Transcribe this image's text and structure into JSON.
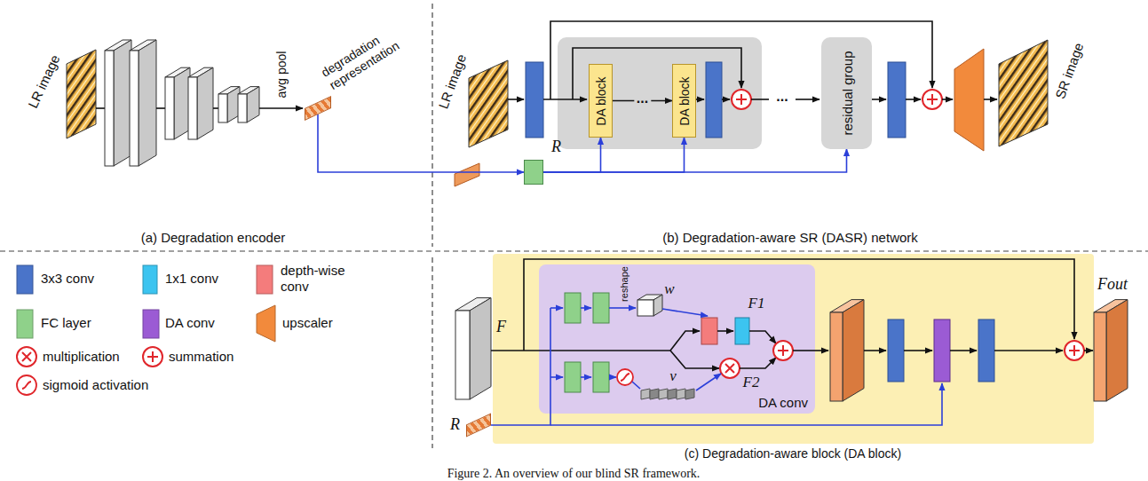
{
  "diagram": {
    "caption": "Figure 2. An overview of our blind SR framework.",
    "nodes": [
      {
        "text": [
          "degradation representation"
        ]
      },
      {
        "text": [
          "R"
        ]
      },
      {
        "text": [
          "DA block"
        ]
      },
      {
        "text": [
          "DA block"
        ]
      },
      {
        "text": [
          "residual group"
        ]
      },
      {
        "text": [
          "F"
        ]
      },
      {
        "text": [
          "R"
        ]
      },
      {
        "text": [
          "DA conv"
        ]
      },
      {
        "text": [
          "Fout"
        ]
      }
    ],
    "edges": [
      {
        "from": 0,
        "to": 1,
        "arrow": "to"
      },
      {
        "from": 1,
        "to": 2,
        "arrow": "to"
      },
      {
        "from": 1,
        "to": 3,
        "arrow": "to"
      },
      {
        "from": 1,
        "to": 4,
        "arrow": "to"
      },
      {
        "from": 2,
        "to": 3,
        "arrow": "to",
        "label": "..."
      },
      {
        "from": 5,
        "to": 7,
        "arrow": "none"
      },
      {
        "from": 6,
        "to": 7,
        "arrow": "none"
      }
    ],
    "labels": [
      "LR image",
      "avg pool",
      "(a) Degradation encoder",
      "LR image",
      "...",
      "SR image",
      "(b) Degradation-aware SR (DASR) network",
      "reshape",
      "w",
      "v",
      "F1",
      "F2",
      "(c) Degradation-aware block (DA block)"
    ],
    "legend": [
      {
        "text": "3x3 conv",
        "color": "#4a74c9"
      },
      {
        "text": "1x1 conv",
        "color": "#3cc4f0"
      },
      {
        "text": "depth-wise conv",
        "color": "#f47c7c"
      },
      {
        "text": "FC layer",
        "color": "#8fd18a"
      },
      {
        "text": "DA conv",
        "color": "#9b5bd4"
      },
      {
        "text": "upscaler",
        "color": "#f28a3c"
      },
      {
        "text": "multiplication"
      },
      {
        "text": "summation"
      },
      {
        "text": "sigmoid activation"
      }
    ]
  }
}
